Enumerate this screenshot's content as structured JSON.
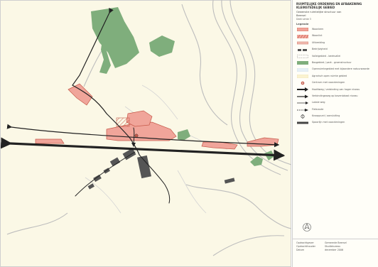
{
  "legend": {
    "title_line1": "RUIMTELIJKE ORDENING EN AFBAKENING",
    "title_line2": "KLEINSTEDELIJK GEBIED",
    "subtitle_line1": "Gewenste ruimtelijke structuur van",
    "subtitle_line2": "Beersel",
    "sheet": "Deelruimte 3",
    "heading": "Legende",
    "items": [
      {
        "key": "residential",
        "label": "Woonkern",
        "icon": "pink-fill"
      },
      {
        "key": "housing-cluster",
        "label": "Woonlint",
        "icon": "pink-hatch"
      },
      {
        "key": "expansion",
        "label": "Uitbreiding",
        "icon": "pink-line"
      },
      {
        "key": "industry",
        "label": "Bedrijvigheid",
        "icon": "grey-blocks"
      },
      {
        "key": "valley",
        "label": "Valleigebied - beekvallei",
        "icon": "dashed-box"
      },
      {
        "key": "forest",
        "label": "Bosgebied / park - groenstructuur",
        "icon": "green-fill"
      },
      {
        "key": "open-space",
        "label": "Openruimtegebied met bijzondere natuurwaarde",
        "icon": "pale-fill"
      },
      {
        "key": "agriculture",
        "label": "Agrarisch open ruimte gebied",
        "icon": "cream-fill"
      },
      {
        "key": "center",
        "label": "Centrum met voorzieningen",
        "icon": "star-marker"
      },
      {
        "key": "main-road",
        "label": "Hoofdweg / verbinding van hoger niveau",
        "icon": "thick-arrow"
      },
      {
        "key": "secondary-road",
        "label": "Verbindingsweg op bovenlokaal niveau",
        "icon": "arrow"
      },
      {
        "key": "local-road",
        "label": "Lokale weg",
        "icon": "thin-arrow"
      },
      {
        "key": "cycle",
        "label": "Fietsroute",
        "icon": "dashed-arrow"
      },
      {
        "key": "node",
        "label": "Knooppunt / aansluiting",
        "icon": "circle-arrow"
      },
      {
        "key": "rail",
        "label": "Spoorlijn met voorzieningen",
        "icon": "dark-bar"
      }
    ],
    "north_icon": "north-arrow-icon"
  },
  "footer": {
    "rows": [
      {
        "k": "Opdrachtgever",
        "v": "Gemeente Beersel"
      },
      {
        "k": "Opdrachthouder",
        "v": "Studiebureau"
      },
      {
        "k": "Datum",
        "v": "december 2006"
      }
    ]
  },
  "colors": {
    "map_background": "#fbf8e6",
    "forest": "#7fae7c",
    "residential": "#f0a59a",
    "residential_edge": "#c65a4a",
    "industry": "#555555",
    "contour": "#bdbdbd",
    "road": "#222222"
  }
}
